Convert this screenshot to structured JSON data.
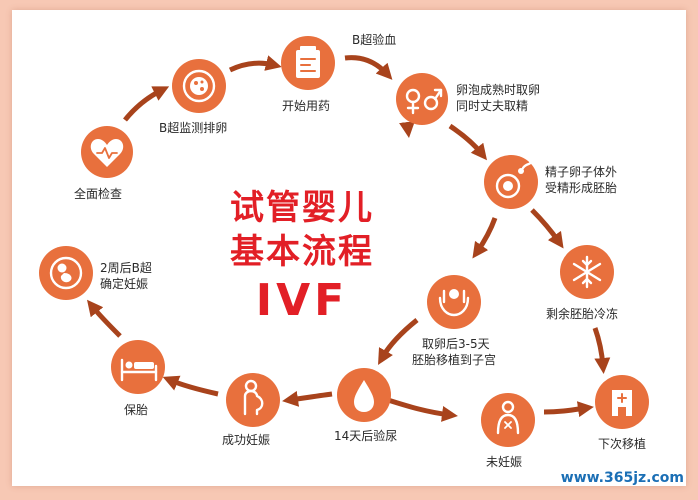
{
  "title_line1": "试管婴儿",
  "title_line2": "基本流程",
  "title_ivf": "IVF",
  "watermark": "www.365jz.com",
  "colors": {
    "node": "#e8703d",
    "arrow": "#a8431c",
    "title": "#e21f26",
    "background": "#f7c8b4"
  },
  "steps": [
    {
      "label_1": "全面检查",
      "icon": "heart-icon"
    },
    {
      "label_1": "B超监测排卵",
      "icon": "ovum-icon"
    },
    {
      "label_1": "开始用药",
      "icon": "medicine-icon"
    },
    {
      "label_1": "B超验血",
      "icon": "blood-test-icon"
    },
    {
      "label_1": "卵泡成熟时取卵",
      "label_2": "同时丈夫取精",
      "icon": "gender-icon"
    },
    {
      "label_1": "精子卵子体外",
      "label_2": "受精形成胚胎",
      "icon": "fertilization-icon"
    },
    {
      "label_1": "取卵后3-5天",
      "label_2": "胚胎移植到子宫",
      "icon": "hands-icon"
    },
    {
      "label_1": "剩余胚胎冷冻",
      "icon": "snowflake-icon"
    },
    {
      "label_1": "14天后验尿",
      "icon": "drop-icon"
    },
    {
      "label_1": "未妊娠",
      "icon": "not-pregnant-icon"
    },
    {
      "label_1": "下次移植",
      "icon": "hospital-icon"
    },
    {
      "label_1": "成功妊娠",
      "icon": "pregnant-icon"
    },
    {
      "label_1": "保胎",
      "icon": "bed-icon"
    },
    {
      "label_1": "2周后B超",
      "label_2": "确定妊娠",
      "icon": "fetus-icon"
    }
  ]
}
